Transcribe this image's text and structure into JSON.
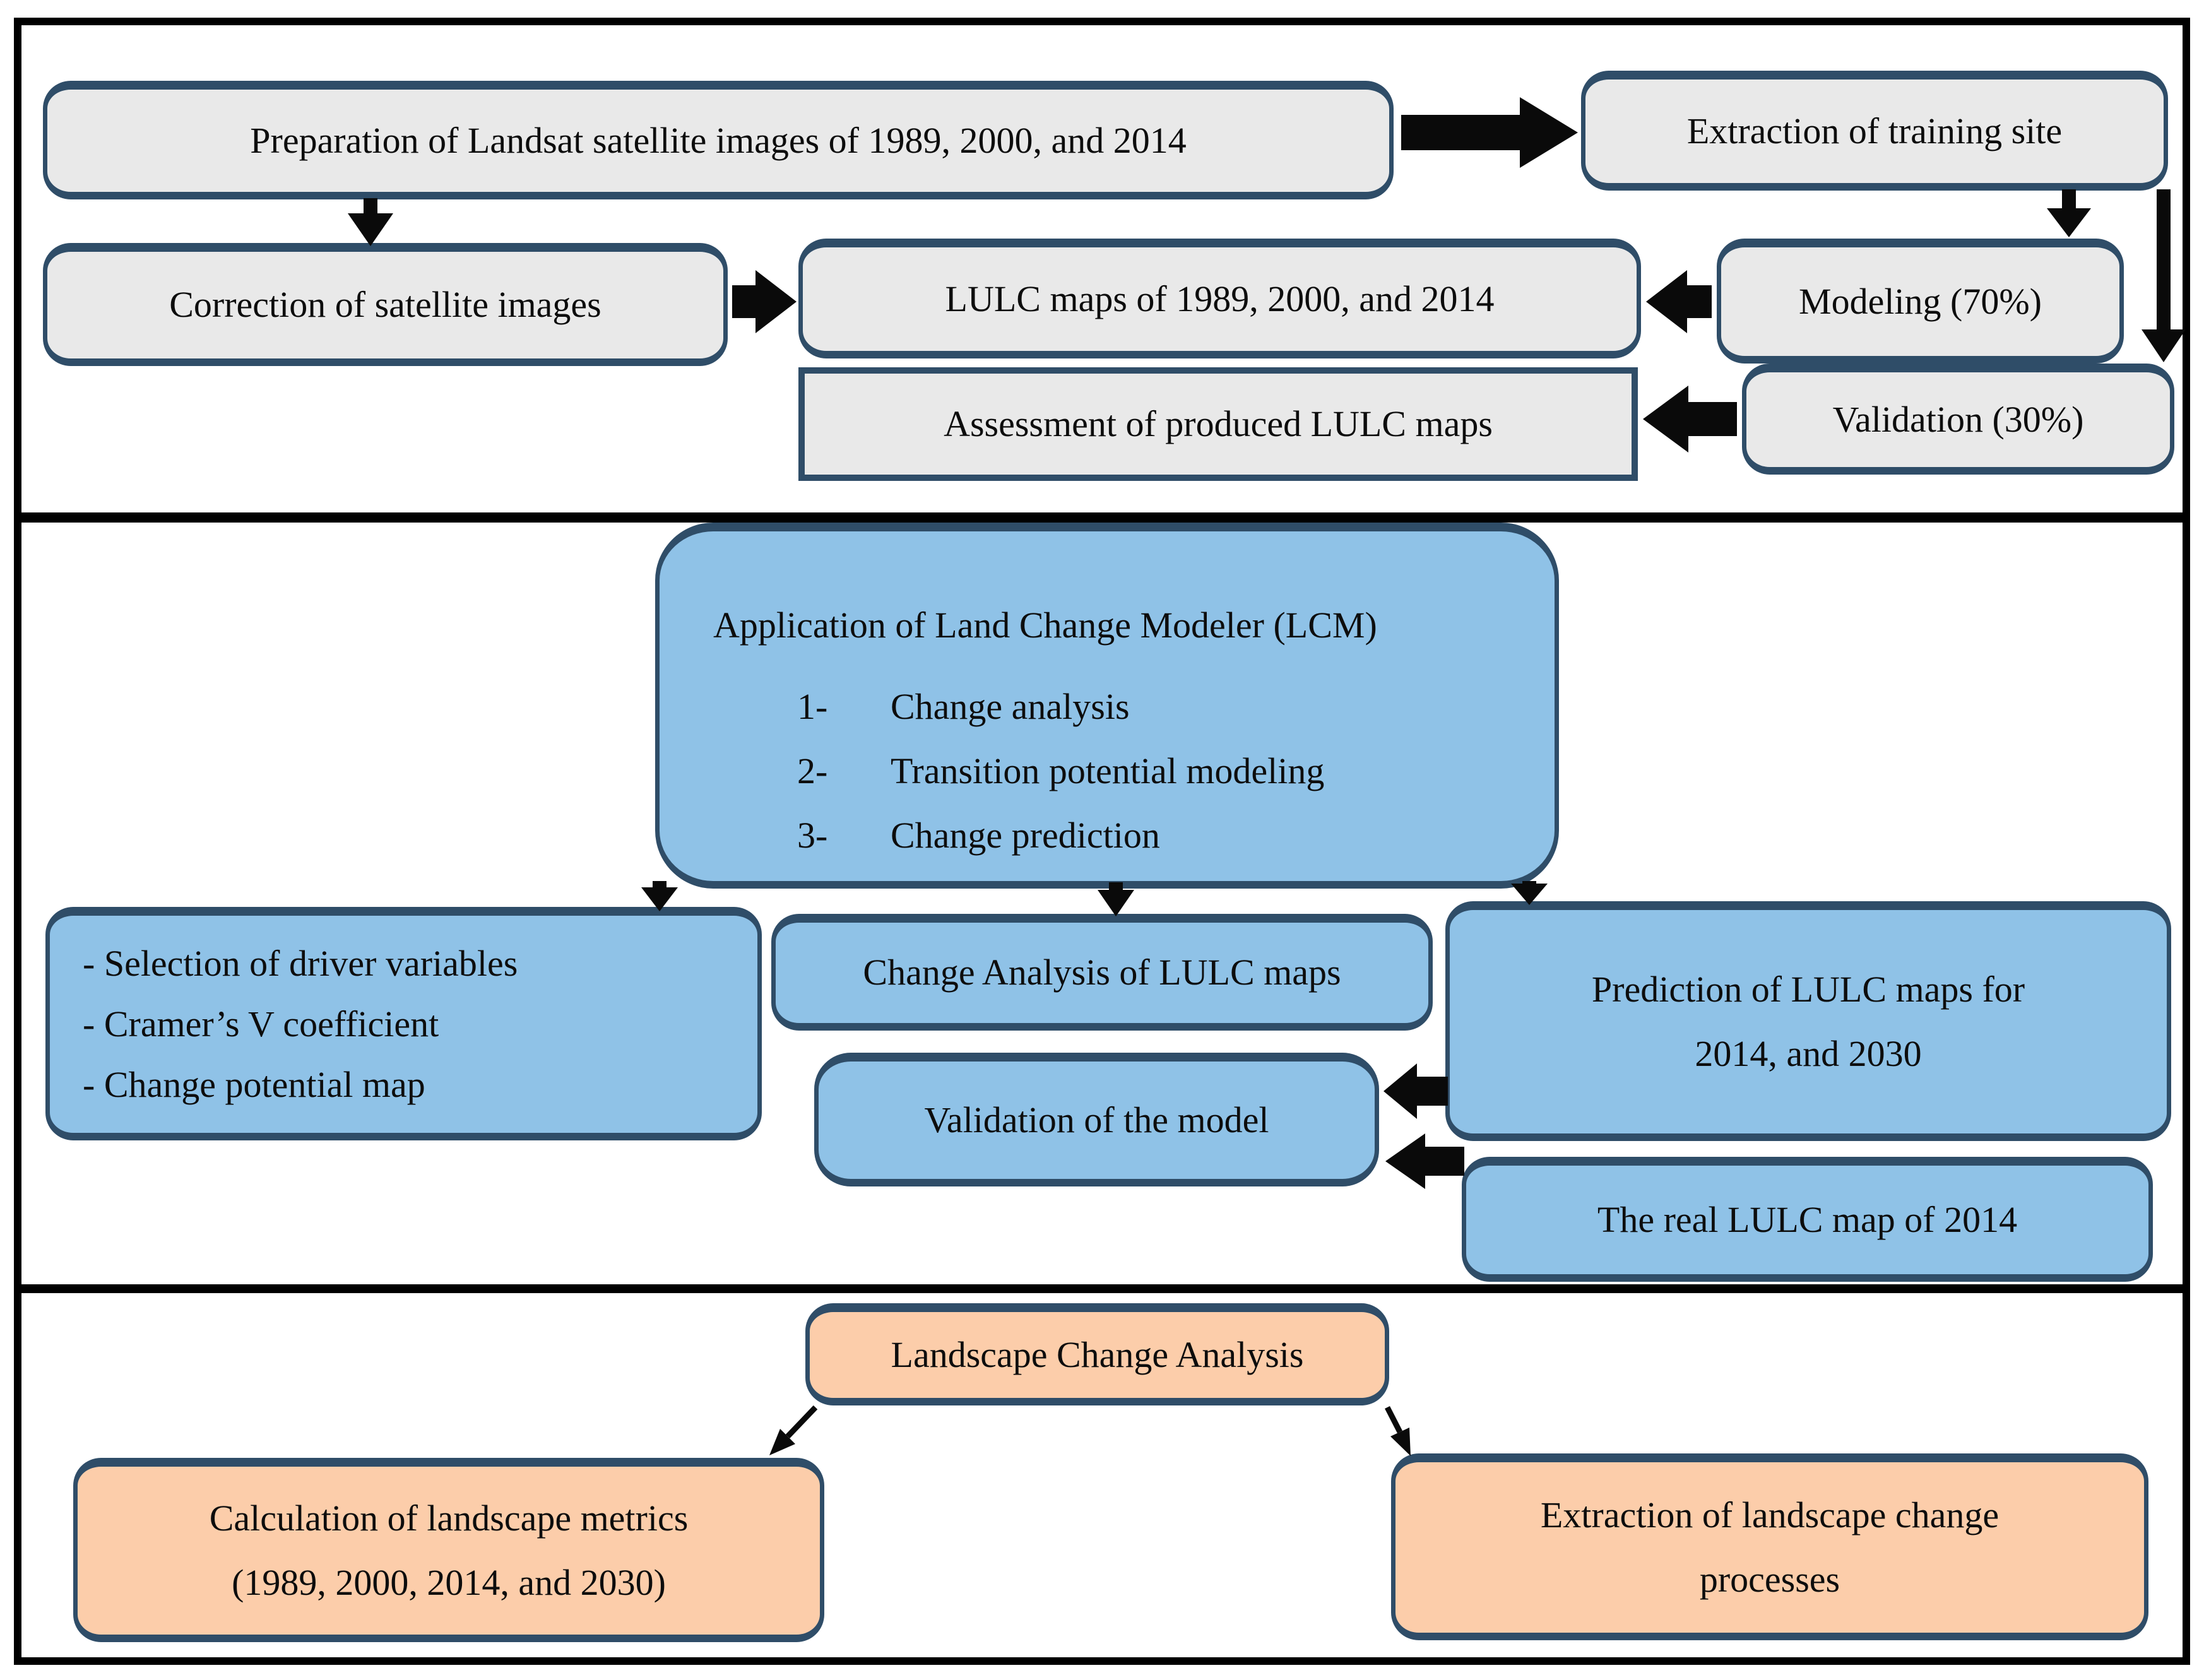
{
  "colors": {
    "gray_fill": "#e9e9e9",
    "blue_fill": "#8fc2e7",
    "peach_fill": "#fccdaa",
    "box_border": "#2f4d68",
    "arrow": "#0a0a0a",
    "frame": "#000000"
  },
  "section_preprocessing": {
    "preparation": "Preparation of Landsat satellite images of 1989, 2000, and 2014",
    "extraction_training": "Extraction of training site",
    "correction": "Correction of satellite images",
    "lulc_maps": "LULC maps of 1989, 2000, and 2014",
    "modeling": "Modeling (70%)",
    "assessment": "Assessment of produced LULC maps",
    "validation": "Validation (30%)"
  },
  "section_lcm": {
    "lcm_title": "Application of Land Change Modeler (LCM)",
    "lcm_steps": [
      {
        "num": "1-",
        "label": "Change analysis"
      },
      {
        "num": "2-",
        "label": "Transition potential modeling"
      },
      {
        "num": "3-",
        "label": "Change prediction"
      }
    ],
    "driver_lines": [
      "- Selection of driver variables",
      "- Cramer’s V coefficient",
      "- Change potential map"
    ],
    "change_analysis": "Change Analysis of LULC maps",
    "prediction_line1": "Prediction of LULC maps for",
    "prediction_line2": "2014, and 2030",
    "validation_model": "Validation of the model",
    "real_lulc": "The real LULC map of 2014"
  },
  "section_landscape": {
    "landscape_analysis": "Landscape Change Analysis",
    "calculation_line1": "Calculation of landscape metrics",
    "calculation_line2": "(1989, 2000, 2014, and 2030)",
    "extraction_line1": "Extraction of landscape change",
    "extraction_line2": "processes"
  }
}
